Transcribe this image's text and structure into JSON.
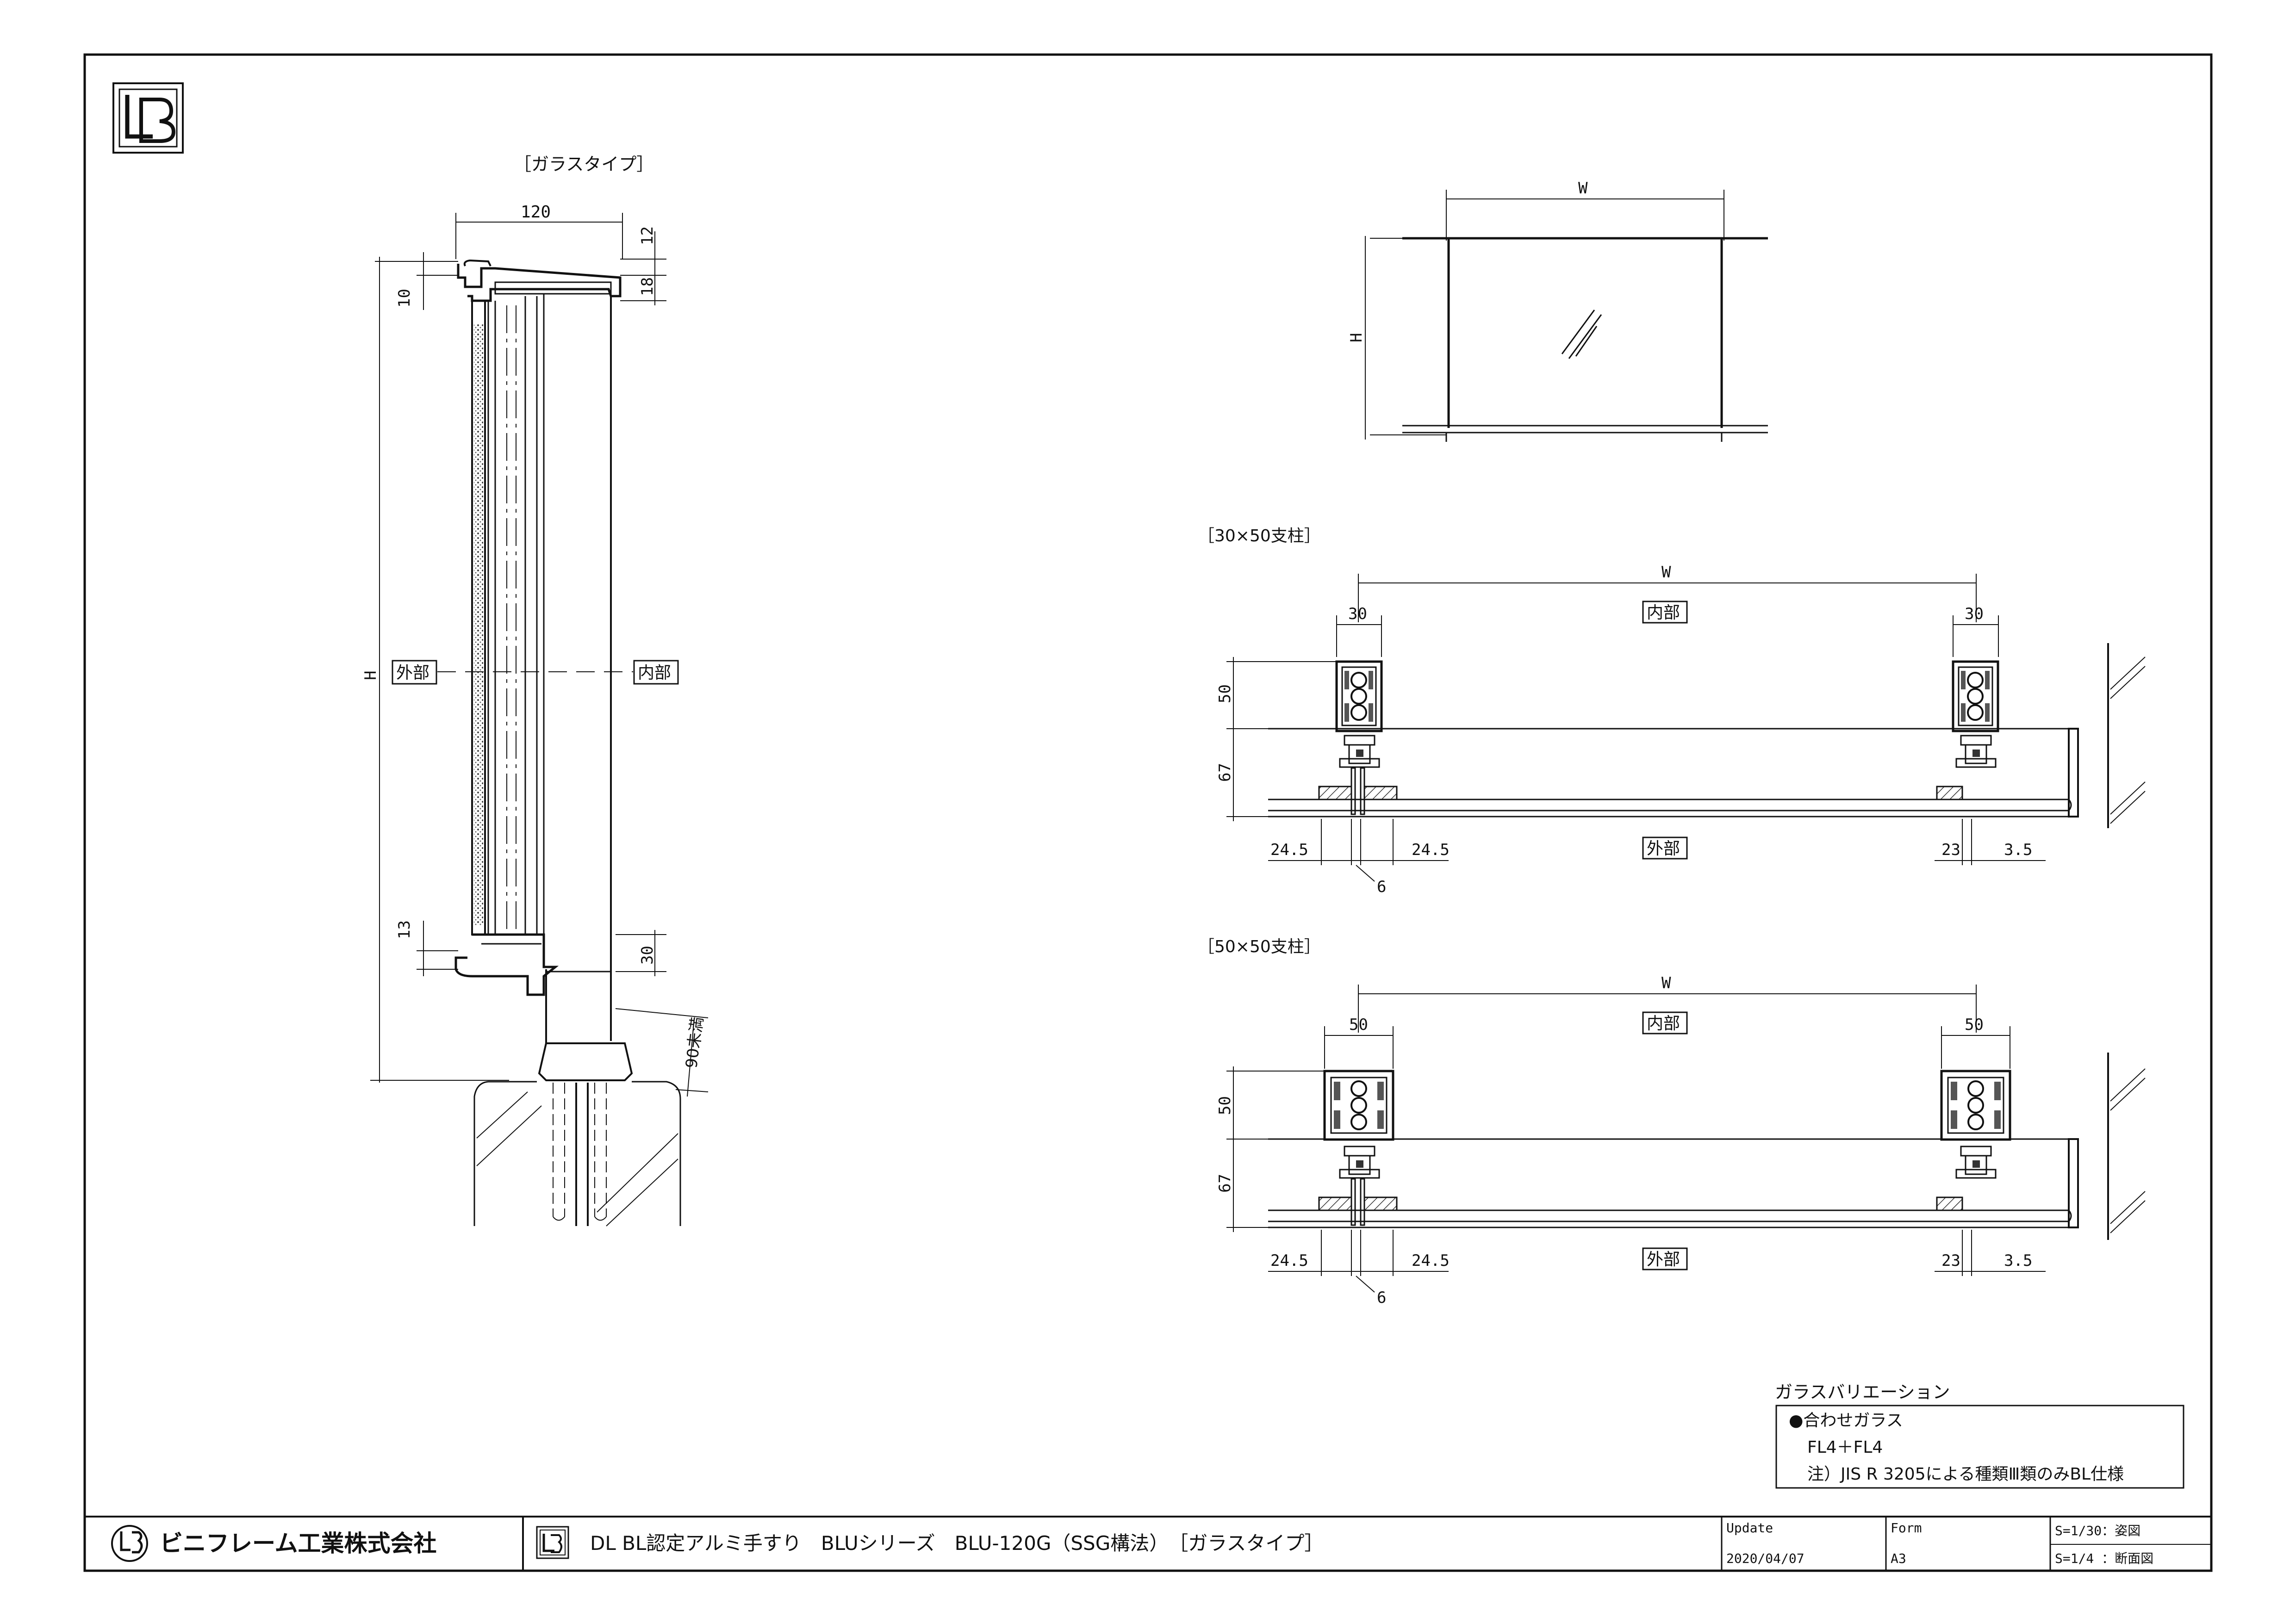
{
  "side_view": {
    "label": "［ガラスタイプ］",
    "dim_width": "120",
    "dim_12": "12",
    "dim_10": "10",
    "dim_18": "18",
    "dim_h": "H",
    "outside_label": "外部",
    "inside_label": "内部",
    "dim_13": "13",
    "dim_30": "30",
    "dim_90": "90未満"
  },
  "elevation_view": {
    "dim_w": "W",
    "dim_h": "H"
  },
  "plan_30x50": {
    "label": "［30×50支柱］",
    "dim_w": "W",
    "dim_post_left": "30",
    "dim_post_right": "30",
    "inside_label": "内部",
    "outside_label": "外部",
    "dim_50": "50",
    "dim_67": "67",
    "dim_245_left": "24.5",
    "dim_245_right": "24.5",
    "dim_6": "6",
    "dim_23": "23",
    "dim_35": "3.5"
  },
  "plan_50x50": {
    "label": "［50×50支柱］",
    "dim_w": "W",
    "dim_post_left": "50",
    "dim_post_right": "50",
    "inside_label": "内部",
    "outside_label": "外部",
    "dim_50": "50",
    "dim_67": "67",
    "dim_245_left": "24.5",
    "dim_245_right": "24.5",
    "dim_6": "6",
    "dim_23": "23",
    "dim_35": "3.5"
  },
  "glass_variation": {
    "title": "ガラスバリエーション",
    "item": "●合わせガラス",
    "spec": "FL4＋FL4",
    "note": "注）JIS R 3205による種類Ⅲ類のみBL仕様"
  },
  "title_block": {
    "company": "ビニフレーム工業株式会社",
    "drawing_title": "DL BL認定アルミ手すり　BLUシリーズ　BLU-120G（SSG構法）　［ガラスタイプ］",
    "update_label": "Update",
    "update_value": "2020/04/07",
    "form_label": "Form",
    "form_value": "A3",
    "scale_1": "S=1/30：姿図",
    "scale_2": "S=1/4 ：断面図"
  }
}
